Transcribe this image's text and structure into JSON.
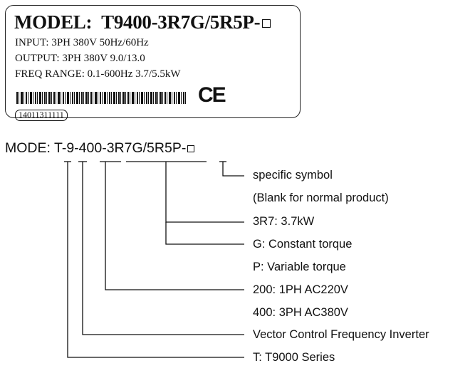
{
  "nameplate": {
    "model_label": "MODEL:",
    "model_value": "T9400-3R7G/5R5P-",
    "input": "INPUT: 3PH 380V 50Hz/60Hz",
    "output": "OUTPUT: 3PH 380V 9.0/13.0",
    "freq": "FREQ RANGE: 0.1-600Hz  3.7/5.5kW",
    "certification": "CE",
    "serial": "14011311111"
  },
  "mode": {
    "label": "MODE:",
    "code": "T-9-400-3R7G/5R5P-"
  },
  "legend": [
    "specific symbol",
    "(Blank for normal product)",
    "3R7: 3.7kW",
    "G: Constant torque",
    "P: Variable torque",
    "200: 1PH AC220V",
    "400: 3PH AC380V",
    "Vector Control Frequency Inverter",
    "T: T9000 Series"
  ]
}
